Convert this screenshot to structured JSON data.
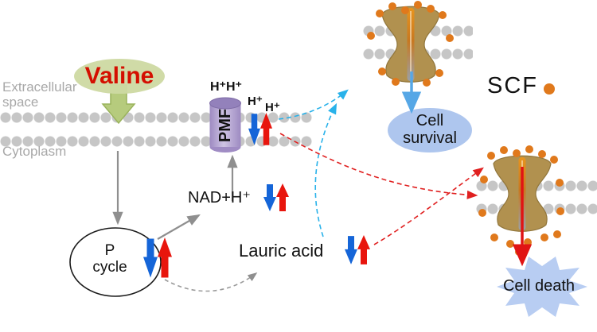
{
  "figure": {
    "compartments": {
      "extracellular_line1": "Extracellular",
      "extracellular_line2": "space",
      "cytoplasm": "Cytoplasm"
    },
    "nodes": {
      "valine": "Valine",
      "pmf": "PMF",
      "protons_above_pmf": "H⁺H⁺",
      "proton_right_1": "H⁺",
      "proton_right_2": "H⁺",
      "nad": "NAD+H⁺",
      "lauric_acid": "Lauric acid",
      "p_cycle_line1": "P",
      "p_cycle_line2": "cycle"
    },
    "outcomes": {
      "cell_survival_line1": "Cell",
      "cell_survival_line2": "survival",
      "cell_death": "Cell death"
    },
    "legend": {
      "scf": "SCF"
    },
    "colors": {
      "increase_arrow": "#e8150d",
      "decrease_arrow": "#1565d8",
      "membrane_bead": "#c6c6c6",
      "scf_dot": "#e0791c",
      "channel_protein": "#b1914f",
      "survival_fill": "#aec6ee",
      "death_fill": "#b8cdf2",
      "valine_text": "#d40f00",
      "valine_fill": "#cdd9a2",
      "pmf_cylinder": "#9d8ac1",
      "survival_path_dash": "#29b2ea",
      "death_path_dash": "#e02020",
      "neutral_gray": "#8f8f8f"
    }
  }
}
